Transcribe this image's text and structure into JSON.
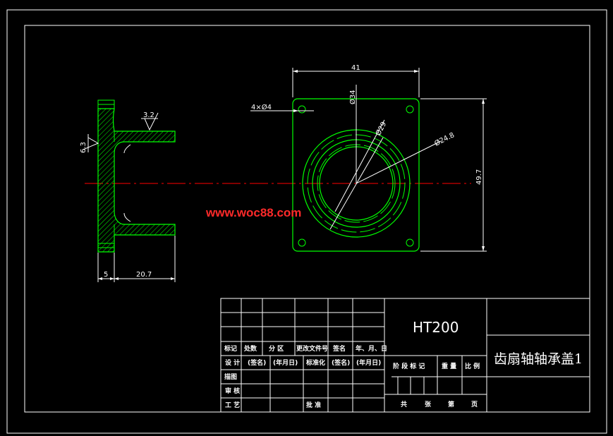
{
  "watermark": "www.woc88.com",
  "material": "HT200",
  "part_name": "齿扇轴轴承盖1",
  "dimensions": {
    "width_41": "41",
    "height_49_7": "49.7",
    "holes": "4×Ø4",
    "dia_34": "Ø34",
    "dia_29": "Ø29",
    "dia_24_8": "Ø24.8",
    "thick_5": "5",
    "length_20_7": "20.7",
    "rough_3_2": "3.2",
    "rough_6_3": "6.3"
  },
  "title_block": {
    "row_labels": [
      "标记",
      "处数",
      "分  区",
      "更改文件号",
      "签名",
      "年、月、日"
    ],
    "design": "设  计",
    "sign1": "(签名)",
    "date1": "(年月日)",
    "standard": "标准化",
    "sign2": "(签名)",
    "date2": "(年月日)",
    "drafting": "描图",
    "review": "审  核",
    "process": "工  艺",
    "approve": "批  准",
    "stage": "阶 段 标 记",
    "weight": "重 量",
    "scale": "比 例",
    "sheets_total": "共",
    "sheets_word": "张",
    "sheet_no": "第",
    "page_word": "页"
  },
  "colors": {
    "outline": "#ffffff",
    "part": "#00ff00",
    "centerline": "#ff0000",
    "watermark": "#ff2a2a"
  }
}
